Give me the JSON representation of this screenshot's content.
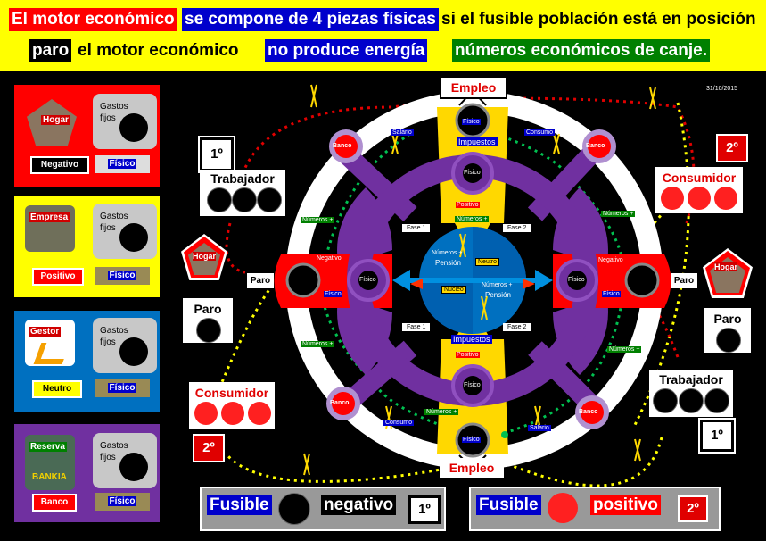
{
  "header": {
    "line1": {
      "seg1": "El motor económico",
      "seg2": "se compone de 4 piezas físicas",
      "seg3": "si el fusible población está en posición"
    },
    "line2": {
      "seg1": "paro",
      "seg2": "el motor económico",
      "seg3": "no produce energía",
      "seg4": "números económicos de canje."
    }
  },
  "date": "31/10/2015",
  "panels": [
    {
      "image_label": "Hogar",
      "gastos": "Gastos fijos",
      "tag1": "Negativo",
      "tag2": "Físico",
      "bg": "#ff0000"
    },
    {
      "image_label": "Empresa",
      "gastos": "Gastos fijos",
      "tag1": "Positivo",
      "tag2": "Físico",
      "bg": "#ffff00"
    },
    {
      "image_label": "Gestor",
      "gastos": "Gastos fijos",
      "tag1": "Neutro",
      "tag2": "Físico",
      "bg": "#0070c0"
    },
    {
      "image_label": "Reserva",
      "image_text": "BANKIA",
      "gastos": "Gastos fijos",
      "tag1": "Banco",
      "tag2": "Físico",
      "bg": "#7030a0"
    }
  ],
  "diagram": {
    "empleo_top": "Empleo",
    "empleo_bottom": "Empleo",
    "banco": "Banco",
    "fisico": "Físico",
    "impuestos": "Impuestos",
    "positivo": "Positivo",
    "negativo": "Negativo",
    "neutro": "Neutro",
    "nucleo": "Núcleo",
    "pension": "Pensión",
    "numeros_plus": "Números +",
    "fase1": "Fase 1",
    "fase2": "Fase 2",
    "salario": "Salario",
    "consumo": "Consumo",
    "paro": "Paro",
    "hogar": "Hogar"
  },
  "left_side": {
    "num1": "1º",
    "trabajador": "Trabajador",
    "paro": "Paro",
    "consumidor": "Consumidor",
    "num2": "2º"
  },
  "right_side": {
    "num2": "2º",
    "consumidor": "Consumidor",
    "paro": "Paro",
    "trabajador": "Trabajador",
    "num1": "1º"
  },
  "fuses": [
    {
      "label": "Fusible",
      "state": "negativo",
      "num": "1º"
    },
    {
      "label": "Fusible",
      "state": "positivo",
      "num": "2º"
    }
  ],
  "colors": {
    "red": "#ff0000",
    "yellow": "#ffff00",
    "blue": "#0070c0",
    "purple": "#7030a0",
    "green": "#00b050",
    "navy": "#00008b"
  }
}
